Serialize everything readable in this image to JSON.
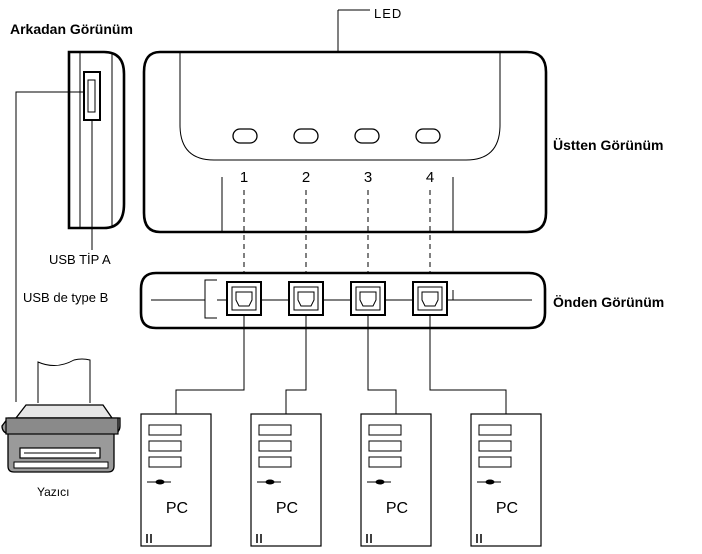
{
  "labels": {
    "back_view": "Arkadan Görünüm",
    "top_view": "Üstten Görünüm",
    "front_view": "Önden Görünüm",
    "led": "LED",
    "usb_type_a": "USB TİP A",
    "usb_type_b": "USB de type B",
    "printer": "Yazıcı"
  },
  "ports": [
    "1",
    "2",
    "3",
    "4"
  ],
  "computers": [
    "PC",
    "PC",
    "PC",
    "PC"
  ]
}
